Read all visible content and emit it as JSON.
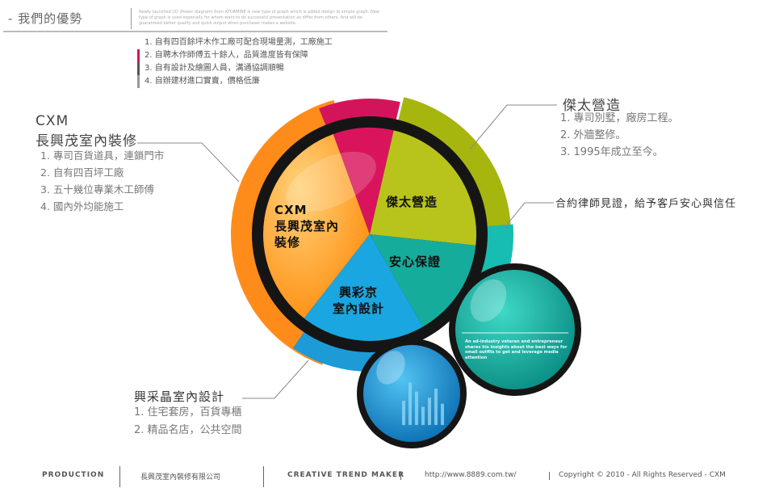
{
  "header": {
    "title": "- 我們的優勢",
    "small_text": "Newly launched CD (Power diagram) from XFOAMINE is new type of graph which is added design to simple graph. New type of graph is used especially for whom want to do successful presentation as differ from others. And will be guaranteed better quality and quick output when purchaser makes a website."
  },
  "features": [
    {
      "text": "1. 自有四百餘坪木作工廠可配合現場量測，工廠施工",
      "color": "#ffffff"
    },
    {
      "text": "2. 自聘木作師傅五十餘人，品質進度皆有保障",
      "color": "#d4145a"
    },
    {
      "text": "3. 自有設計及繪圖人員，溝通協調順暢",
      "color": "#555555"
    },
    {
      "text": "4. 自辦建材進口實賣，價格低廉",
      "color": "#999999"
    }
  ],
  "diagram": {
    "center_labels": {
      "cxm": [
        "CXM",
        "長興茂室內",
        "裝修"
      ],
      "jietai": "傑太營造",
      "anxin": "安心保證",
      "xingcai": [
        "興彩京",
        "室內設計"
      ]
    },
    "colors": {
      "orange": "#ff8c1a",
      "magenta": "#d4145a",
      "olive": "#b5c21b",
      "teal": "#16b5a7",
      "blue": "#1aa0dc",
      "dark": "#151515"
    },
    "teal_bubble_text": "An ad-industry veteran and entrepreneur shares his insights about the best ways for small outfits to get and leverage media attention",
    "bar_values": [
      40,
      70,
      55,
      30,
      45,
      60,
      35
    ]
  },
  "blocks": {
    "cxm": {
      "title1": "CXM",
      "title2": "長興茂室內裝修",
      "items": [
        "1. 專司百貨道具，連鎖門市",
        "2. 自有四百坪工廠",
        "3. 五十幾位專業木工師傅",
        "4. 國內外均能施工"
      ]
    },
    "jietai": {
      "title": "傑太營造",
      "items": [
        "1. 專司別墅，廠房工程。",
        "2. 外牆整修。",
        "3. 1995年成立至今。"
      ]
    },
    "lawyer": {
      "text": "合約律師見證，給予客戶安心與信任"
    },
    "xingcai": {
      "title": "興采晶室內設計",
      "items": [
        "1. 住宅套房，百貨專櫃",
        "2. 精品名店，公共空間"
      ]
    }
  },
  "footer": {
    "production": "PRODUCTION",
    "company": "長興茂室內裝修有限公司",
    "tagline": "CREATIVE TREND MAKER",
    "url": "http://www.8889.com.tw/",
    "copyright": "Copyright © 2010 - All Rights Reserved - CXM"
  }
}
